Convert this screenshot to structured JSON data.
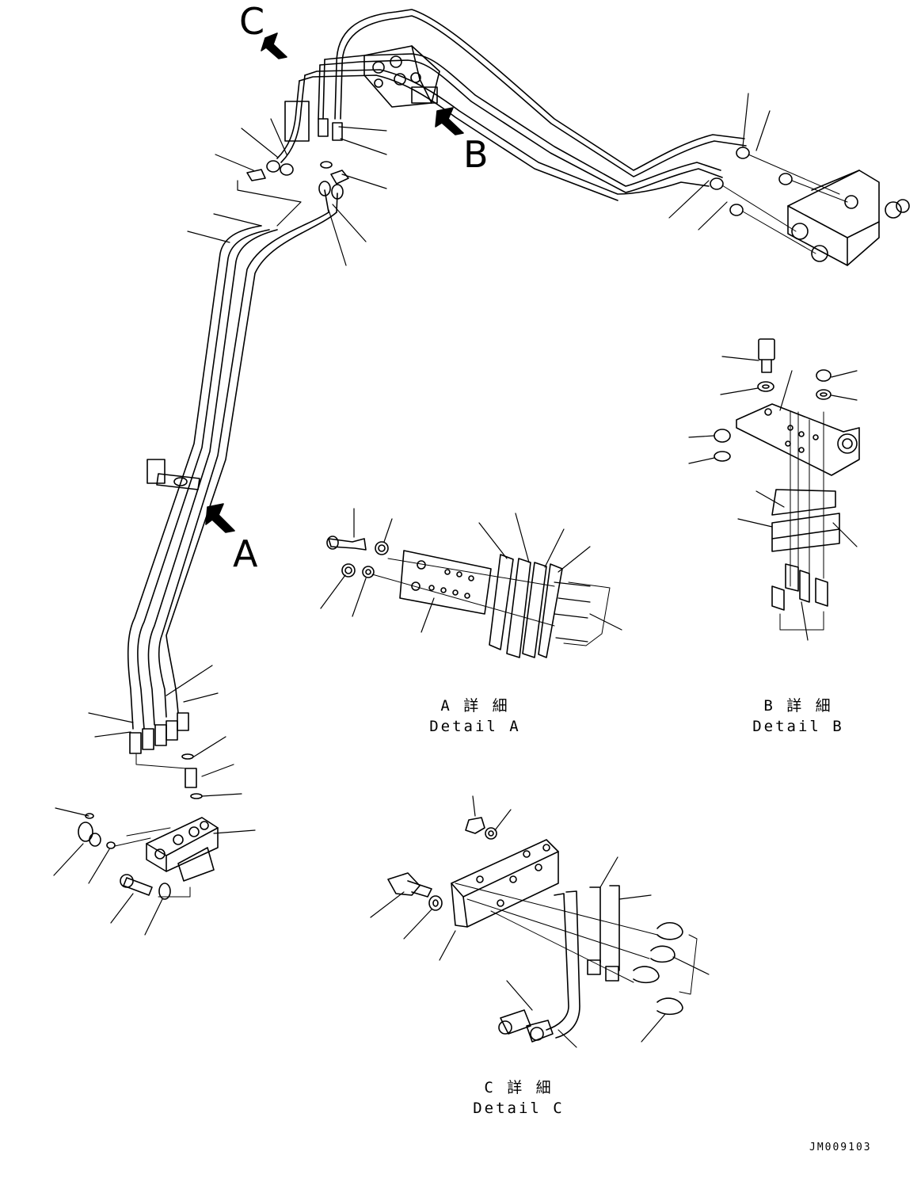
{
  "view_labels": {
    "c": "C",
    "b": "B",
    "a": "A"
  },
  "captions": {
    "detail_a": {
      "jp": "A 詳 細",
      "en": "Detail A"
    },
    "detail_b": {
      "jp": "B 詳 細",
      "en": "Detail B"
    },
    "detail_c": {
      "jp": "C 詳 細",
      "en": "Detail C"
    }
  },
  "drawing_code": "JM009103",
  "colors": {
    "line": "#000000",
    "background": "#ffffff"
  }
}
